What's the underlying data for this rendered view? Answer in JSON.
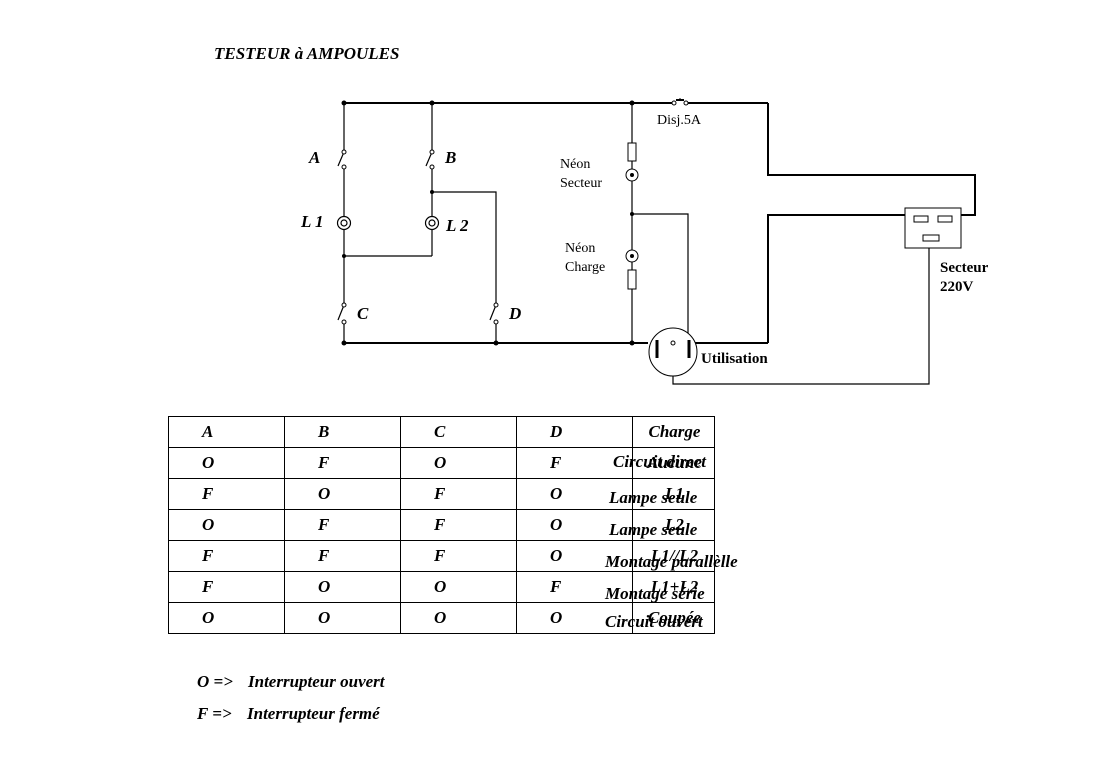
{
  "title": "TESTEUR à AMPOULES",
  "labels": {
    "switch_a": "A",
    "switch_b": "B",
    "switch_c": "C",
    "switch_d": "D",
    "lamp_1": "L 1",
    "lamp_2": "L 2",
    "breaker": "Disj.5A",
    "neon_secteur_1": "Néon",
    "neon_secteur_2": "Secteur",
    "neon_charge_1": "Néon",
    "neon_charge_2": "Charge",
    "secteur_1": "Secteur",
    "secteur_2": "220V",
    "utilisation": "Utilisation"
  },
  "table": {
    "headers": [
      "A",
      "B",
      "C",
      "D",
      "Charge"
    ],
    "rows": [
      {
        "cells": [
          "O",
          "F",
          "O",
          "F",
          "Aucune"
        ],
        "desc": "Circuit direct"
      },
      {
        "cells": [
          "F",
          "O",
          "F",
          "O",
          "L1"
        ],
        "desc": "Lampe seule"
      },
      {
        "cells": [
          "O",
          "F",
          "F",
          "O",
          "L2"
        ],
        "desc": "Lampe seule"
      },
      {
        "cells": [
          "F",
          "F",
          "F",
          "O",
          "L1//L2"
        ],
        "desc": "Montage parallèlle"
      },
      {
        "cells": [
          "F",
          "O",
          "O",
          "F",
          "L1+L2"
        ],
        "desc": "Montage série"
      },
      {
        "cells": [
          "O",
          "O",
          "O",
          "O",
          "Coupée"
        ],
        "desc": "Circuit ouvert"
      }
    ]
  },
  "legend": [
    {
      "symbol": "O =>",
      "text": "Interrupteur ouvert"
    },
    {
      "symbol": "F =>",
      "text": "Interrupteur fermé"
    }
  ]
}
